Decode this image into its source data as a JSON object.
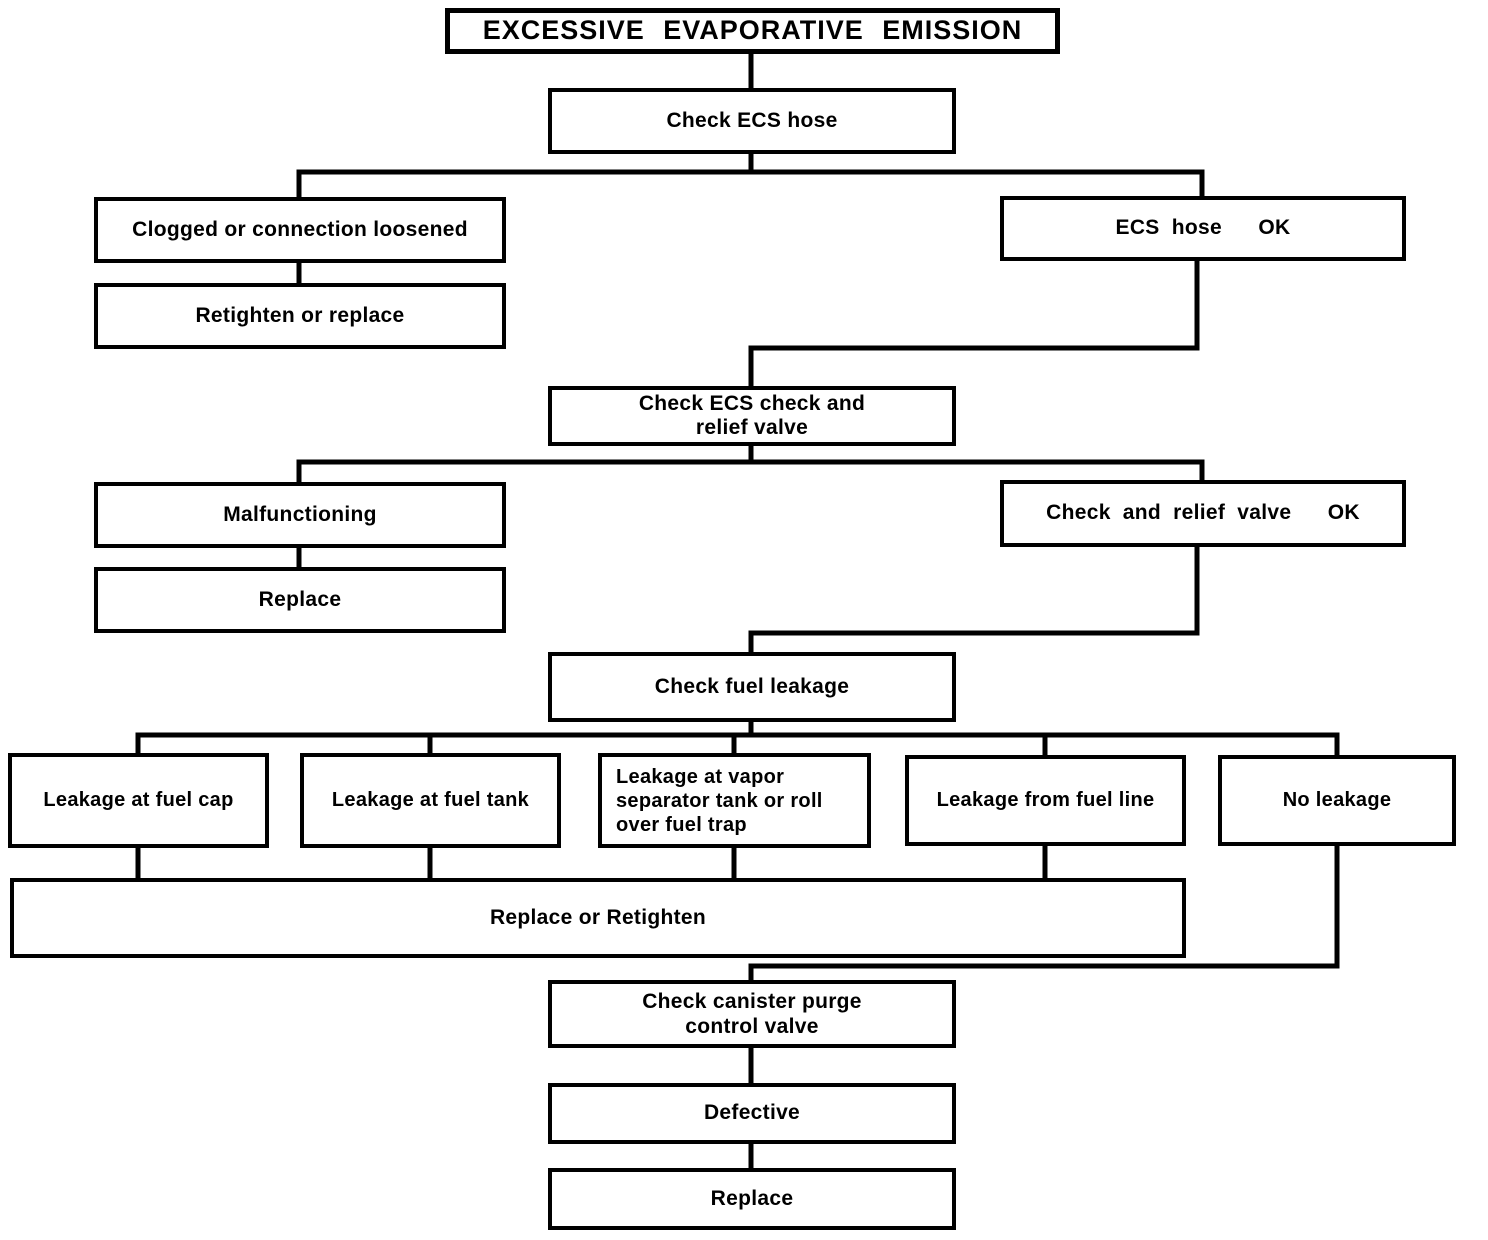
{
  "diagram": {
    "title": "EXCESSIVE EVAPORATIVE EMISSION",
    "colors": {
      "line": "#000000",
      "background": "#ffffff",
      "text": "#000000"
    },
    "nodes": {
      "start": {
        "label": "EXCESSIVE EVAPORATIVE EMISSION"
      },
      "check_ecs_hose": {
        "label": "Check ECS hose"
      },
      "clogged": {
        "label": "Clogged or connection loosened"
      },
      "retighten_or_replace": {
        "label": "Retighten or replace"
      },
      "ecs_hose_ok": {
        "label": "ECS hose   OK"
      },
      "check_ecs_valve": {
        "label": "Check ECS check and\nrelief valve"
      },
      "malfunctioning": {
        "label": "Malfunctioning"
      },
      "replace_valve": {
        "label": "Replace"
      },
      "valve_ok": {
        "label": "Check and relief valve   OK"
      },
      "check_fuel_leakage": {
        "label": "Check fuel leakage"
      },
      "leak_fuel_cap": {
        "label": "Leakage at fuel cap"
      },
      "leak_fuel_tank": {
        "label": "Leakage at fuel tank"
      },
      "leak_vapor_separator": {
        "label": "Leakage at vapor\nseparator tank or roll\nover fuel trap"
      },
      "leak_fuel_line": {
        "label": "Leakage from fuel line"
      },
      "no_leakage": {
        "label": "No leakage"
      },
      "replace_or_retighten": {
        "label": "Replace or Retighten"
      },
      "check_canister_purge": {
        "label": "Check canister purge\ncontrol valve"
      },
      "defective": {
        "label": "Defective"
      },
      "replace_final": {
        "label": "Replace"
      }
    }
  }
}
